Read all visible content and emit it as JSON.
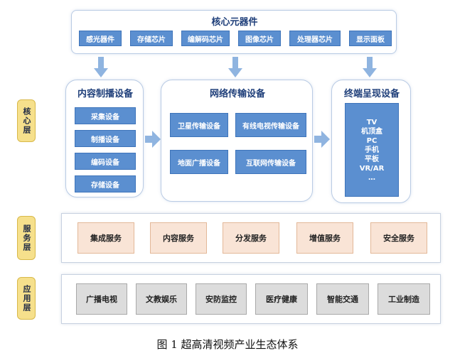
{
  "core_components": {
    "title": "核心元器件",
    "items": [
      "感光器件",
      "存储芯片",
      "编解码芯片",
      "图像芯片",
      "处理器芯片",
      "显示面板"
    ]
  },
  "production": {
    "title": "内容制播设备",
    "items": [
      "采集设备",
      "制播设备",
      "编码设备",
      "存储设备"
    ]
  },
  "network": {
    "title": "网络传输设备",
    "items": [
      "卫星传输设备",
      "有线电视传输设备",
      "地面广播设备",
      "互联网传输设备"
    ]
  },
  "terminal": {
    "title": "终端呈现设备",
    "items": [
      "TV",
      "机顶盒",
      "PC",
      "手机",
      "平板",
      "VR/AR",
      "…"
    ]
  },
  "layers": {
    "core": "核心层",
    "service": "服务层",
    "application": "应用层"
  },
  "services": [
    "集成服务",
    "内容服务",
    "分发服务",
    "增值服务",
    "安全服务"
  ],
  "applications": [
    "广播电视",
    "文教娱乐",
    "安防监控",
    "医疗健康",
    "智能交通",
    "工业制造"
  ],
  "caption": "图 1  超高清视频产业生态体系",
  "colors": {
    "chip_blue": "#5b8fd0",
    "layer_yellow": "#f6e08c",
    "service_peach": "#f9e4d6",
    "app_gray": "#dcdcdc",
    "arrow_blue": "#8fb4e0"
  }
}
